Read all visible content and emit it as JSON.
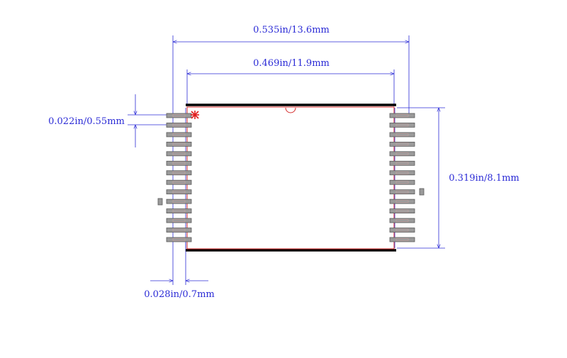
{
  "dimensions": {
    "overall_width": "0.535in/13.6mm",
    "body_width": "0.469in/11.9mm",
    "pad_height": "0.022in/0.55mm",
    "body_height": "0.319in/8.1mm",
    "pad_width": "0.028in/0.7mm"
  },
  "pins_per_side": 14,
  "colors": {
    "dimension": "#2b2bd6",
    "outline": "#000000",
    "body_outline": "#d42a2a",
    "pad_fill": "#9a9a9a",
    "pad_stroke": "#5a5a5a",
    "pin1_marker": "#e02020"
  }
}
